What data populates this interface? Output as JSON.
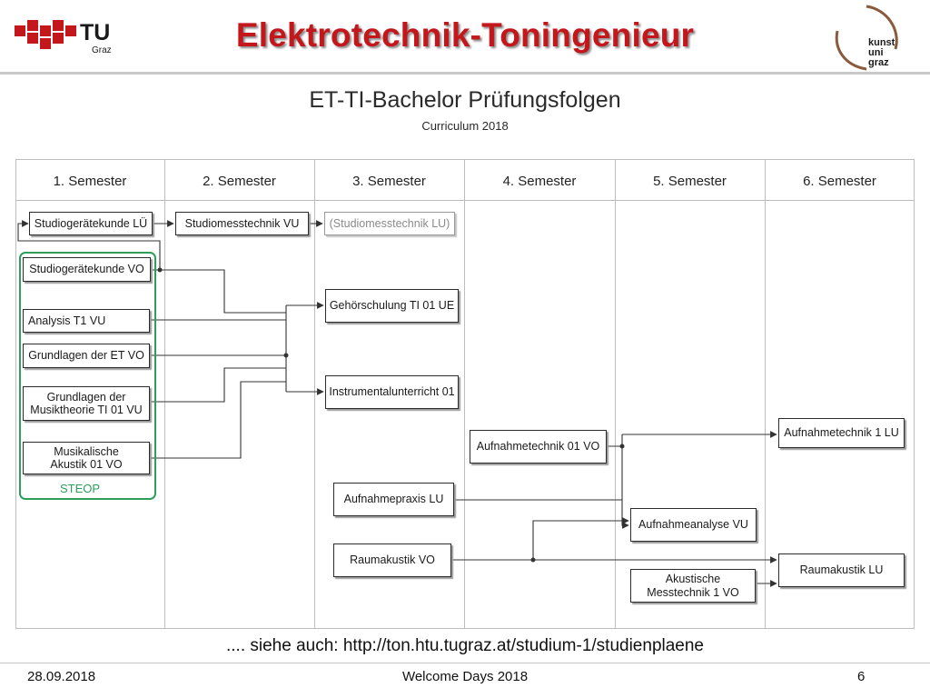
{
  "header": {
    "title": "Elektrotechnik-Toningenieur",
    "tu_logo": {
      "wordmark": "TU",
      "sub": "Graz",
      "color": "#c3171b"
    },
    "kug_logo": {
      "line1": "kunst",
      "line2": "uni",
      "line3": "graz",
      "arc_color": "#8a5a3c"
    }
  },
  "subtitle": {
    "line1": "ET-TI-Bachelor Prüfungsfolgen",
    "line2": "Curriculum 2018"
  },
  "semesters": [
    "1. Semester",
    "2. Semester",
    "3. Semester",
    "4. Semester",
    "5. Semester",
    "6. Semester"
  ],
  "courses": {
    "studiogeraetekunde_lu": "Studiogerätekunde LÜ",
    "studiomesstechnik_vu": "Studiomesstechnik VU",
    "studiomesstechnik_lu": "(Studiomesstechnik LU)",
    "studiogeraetekunde_vo": "Studiogerätekunde VO",
    "analysis_t1": "Analysis T1 VU",
    "grundlagen_et": "Grundlagen der ET VO",
    "musiktheorie_l1": "Grundlagen der",
    "musiktheorie_l2": "Musiktheorie TI 01 VU",
    "akustik_l1": "Musikalische",
    "akustik_l2": "Akustik 01 VO",
    "gehoerschulung": "Gehörschulung TI 01 UE",
    "instrumental": "Instrumentalunterricht 01",
    "aufnahmetechnik_01": "Aufnahmetechnik 01 VO",
    "aufnahmepraxis": "Aufnahmepraxis LU",
    "raumakustik_vo": "Raumakustik VO",
    "aufnahmeanalyse": "Aufnahmeanalyse VU",
    "messtechnik_l1": "Akustische",
    "messtechnik_l2": "Messtechnik 1 VO",
    "aufnahmetechnik_1_lu": "Aufnahmetechnik 1 LU",
    "raumakustik_lu": "Raumakustik LU"
  },
  "steop_label": "STEOP",
  "colors": {
    "steop": "#2e9e5b",
    "title": "#c3171b"
  },
  "link": ".... siehe auch: http://ton.htu.tugraz.at/studium-1/studienplaene",
  "footer": {
    "date": "28.09.2018",
    "event": "Welcome Days 2018",
    "page": "6"
  }
}
